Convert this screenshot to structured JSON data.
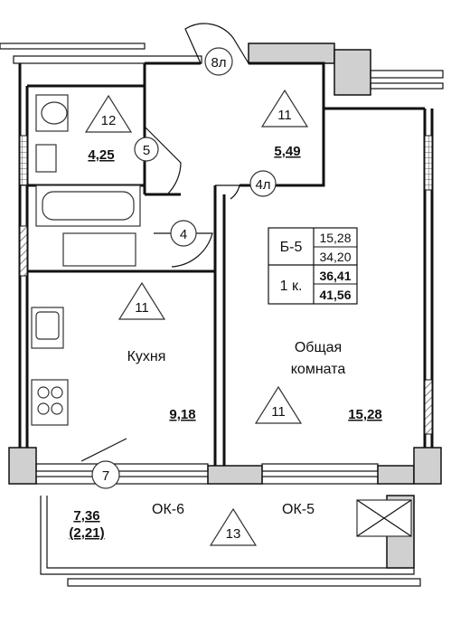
{
  "rooms": {
    "bath": {
      "tag": "12",
      "area": "4,25"
    },
    "hall": {
      "tag": "11",
      "area": "5,49"
    },
    "kitchen": {
      "tag": "11",
      "name": "Кухня",
      "area": "9,18"
    },
    "living": {
      "tag": "11",
      "name_line1": "Общая",
      "name_line2": "комната",
      "area": "15,28"
    },
    "balcony": {
      "tag": "13",
      "area": "7,36",
      "area_reduced": "(2,21)"
    }
  },
  "doors": {
    "entry": "8л",
    "bath": "5",
    "kitchen": "4",
    "living": "4л",
    "balcony": "7"
  },
  "windows": {
    "kitchen": "ОК-6",
    "living": "ОК-5"
  },
  "info_table": {
    "code": "Б-5",
    "rooms_label": "1 к.",
    "living_area": "15,28",
    "total_no_balcony": "34,20",
    "total_area": "36,41",
    "total_with_balcony": "41,56"
  }
}
